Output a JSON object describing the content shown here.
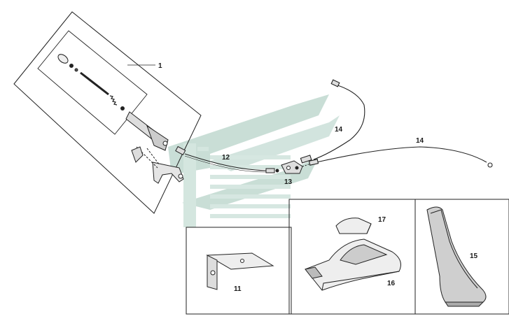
{
  "diagram": {
    "callouts": {
      "c1": "1",
      "c11": "11",
      "c12": "12",
      "c13": "13",
      "c14a": "14",
      "c14b": "14",
      "c15": "15",
      "c16": "16",
      "c17": "17"
    },
    "watermark_icon": "stylized-s-arrow-logo",
    "colors": {
      "line": "#222222",
      "watermark": "#b7d3c9",
      "fill_part": "#d9d9d9"
    }
  }
}
